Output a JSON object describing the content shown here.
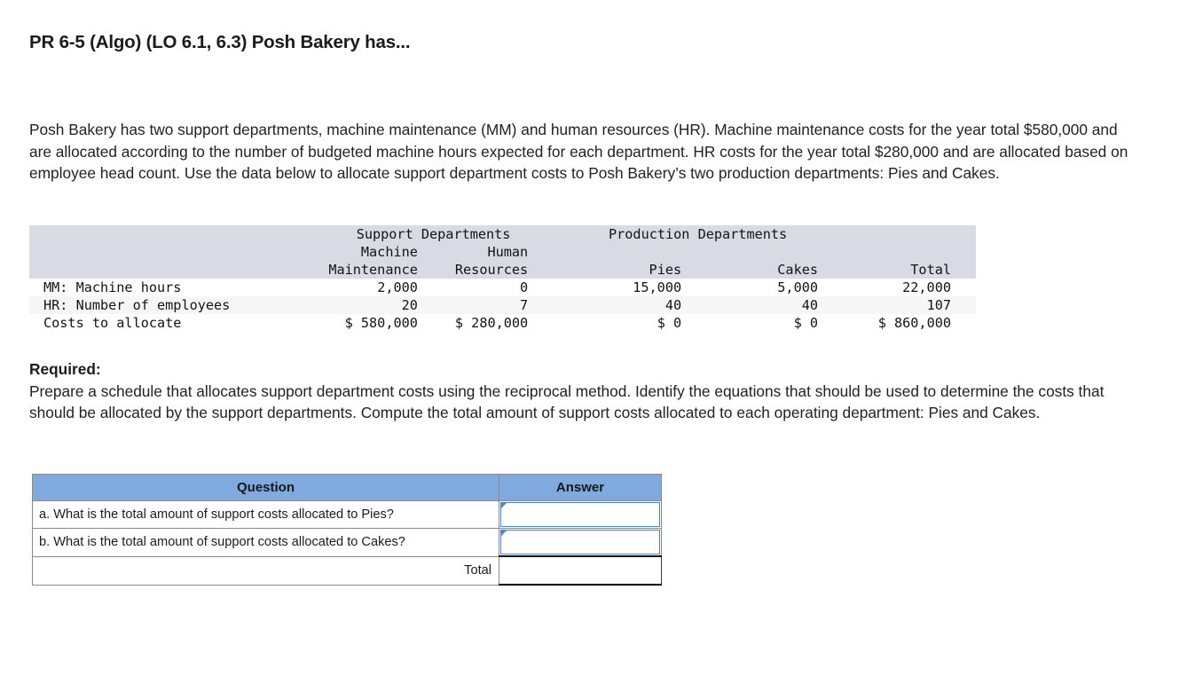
{
  "title": "PR 6-5 (Algo) (LO 6.1, 6.3) Posh Bakery has...",
  "statement": "Posh Bakery has two support departments, machine maintenance (MM) and human resources (HR). Machine maintenance costs for the year total $580,000 and are allocated according to the number of budgeted machine hours expected for each department. HR costs for the year total $280,000 and are allocated based on employee head count. Use the data below to allocate support department costs to Posh Bakery’s two production departments: Pies and Cakes.",
  "required": {
    "heading": "Required:",
    "text": "Prepare a schedule that allocates support department costs using the reciprocal method. Identify the equations that should be used to determine the costs that should be allocated by the support departments. Compute the total amount of support costs allocated to each operating department: Pies and Cakes."
  },
  "data_table": {
    "group_headers": {
      "blank": "",
      "support": "Support Departments",
      "production": "Production Departments",
      "trailing": ""
    },
    "sub_headers_line1": [
      "",
      "Machine",
      "Human",
      "",
      "",
      ""
    ],
    "sub_headers_line2": [
      "",
      "Maintenance",
      "Resources",
      "Pies",
      "Cakes",
      "Total"
    ],
    "rows": [
      {
        "label": "MM: Machine hours",
        "machine_maintenance": "2,000",
        "human_resources": "0",
        "pies": "15,000",
        "cakes": "5,000",
        "total": "22,000",
        "shaded": false
      },
      {
        "label": "HR: Number of employees",
        "machine_maintenance": "20",
        "human_resources": "7",
        "pies": "40",
        "cakes": "40",
        "total": "107",
        "shaded": true
      },
      {
        "label": "Costs to allocate",
        "machine_maintenance": "$ 580,000",
        "human_resources": "$ 280,000",
        "pies": "$ 0",
        "cakes": "$ 0",
        "total": "$ 860,000",
        "shaded": false
      }
    ]
  },
  "answer_table": {
    "headers": {
      "question": "Question",
      "answer": "Answer"
    },
    "rows": [
      {
        "question": "a. What is the total amount of support costs allocated to Pies?",
        "answer": "",
        "type": "input"
      },
      {
        "question": "b. What is the total amount of support costs allocated to Cakes?",
        "answer": "",
        "type": "input"
      },
      {
        "question": "Total",
        "answer": "",
        "type": "total"
      }
    ]
  },
  "colors": {
    "header_blue": "#80a9de",
    "data_header_gray": "#d8dbe3",
    "row_stripe": "#f6f6f6",
    "input_border_blue": "#4f7fbf"
  }
}
